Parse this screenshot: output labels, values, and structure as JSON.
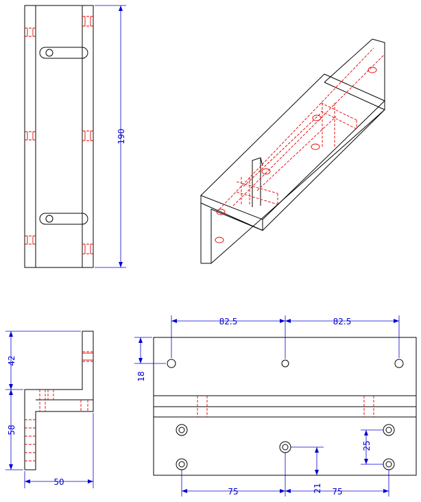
{
  "drawing": {
    "dimensions": {
      "side_height": "190",
      "front_upper_height": "42",
      "front_lower_height": "58",
      "front_width": "50",
      "top_spacing_left": "82.5",
      "top_spacing_right": "82.5",
      "top_edge_offset": "18",
      "bottom_spacing_left": "75",
      "bottom_spacing_right": "75",
      "bottom_vertical_offset": "21",
      "right_vertical_spacing": "25"
    }
  }
}
